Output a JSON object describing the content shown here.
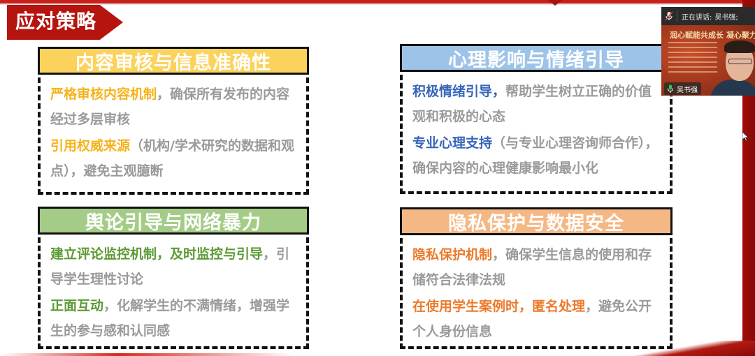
{
  "slide": {
    "title": "应对策略",
    "colors": {
      "banner": "#b5140f",
      "accent_red": "#c8201a",
      "body_text": "#9a9a9a"
    },
    "cards": [
      {
        "header": "内容审核与信息准确性",
        "header_color": "#fbd25c",
        "emphasis_color": "#f6b21a",
        "items": [
          {
            "emphasis": "严格审核内容机制",
            "text": "，确保所有发布的内容经过多层审核"
          },
          {
            "emphasis": "引用权威来源",
            "text": "（机构/学术研究的数据和观点），避免主观臆断"
          }
        ]
      },
      {
        "header": "心理影响与情绪引导",
        "header_color": "#9ec3e8",
        "emphasis_color": "#3765b8",
        "items": [
          {
            "emphasis": "积极情绪引导，",
            "text": "帮助学生树立正确的价值观和积极的心态"
          },
          {
            "emphasis": "专业心理支持",
            "text": "（与专业心理咨询师合作），确保内容的心理健康影响最小化"
          }
        ]
      },
      {
        "header": "舆论引导与网络暴力",
        "header_color": "#a4cc86",
        "emphasis_color": "#5d9a35",
        "items": [
          {
            "emphasis": "建立评论监控机制，及时监控与引导",
            "text": "，引导学生理性讨论"
          },
          {
            "emphasis": "正面互动",
            "text": "，化解学生的不满情绪，增强学生的参与感和认同感"
          }
        ]
      },
      {
        "header": "隐私保护与数据安全",
        "header_color": "#f5b783",
        "emphasis_color": "#ec7a2c",
        "items": [
          {
            "emphasis": "隐私保护机制",
            "text": "，确保学生信息的使用和存储符合法律法规"
          },
          {
            "emphasis": "在使用学生案例时，匿名处理",
            "text": "，避免公开个人身份信息"
          }
        ]
      }
    ]
  },
  "video_overlay": {
    "speaking_label": "正在讲话:",
    "speaker_name": "吴书强;",
    "participant_name": "吴书强",
    "video_headline": "润心赋能共成长 凝心聚力",
    "icons": {
      "muted": "mic-muted-icon",
      "mic": "mic-icon"
    }
  }
}
